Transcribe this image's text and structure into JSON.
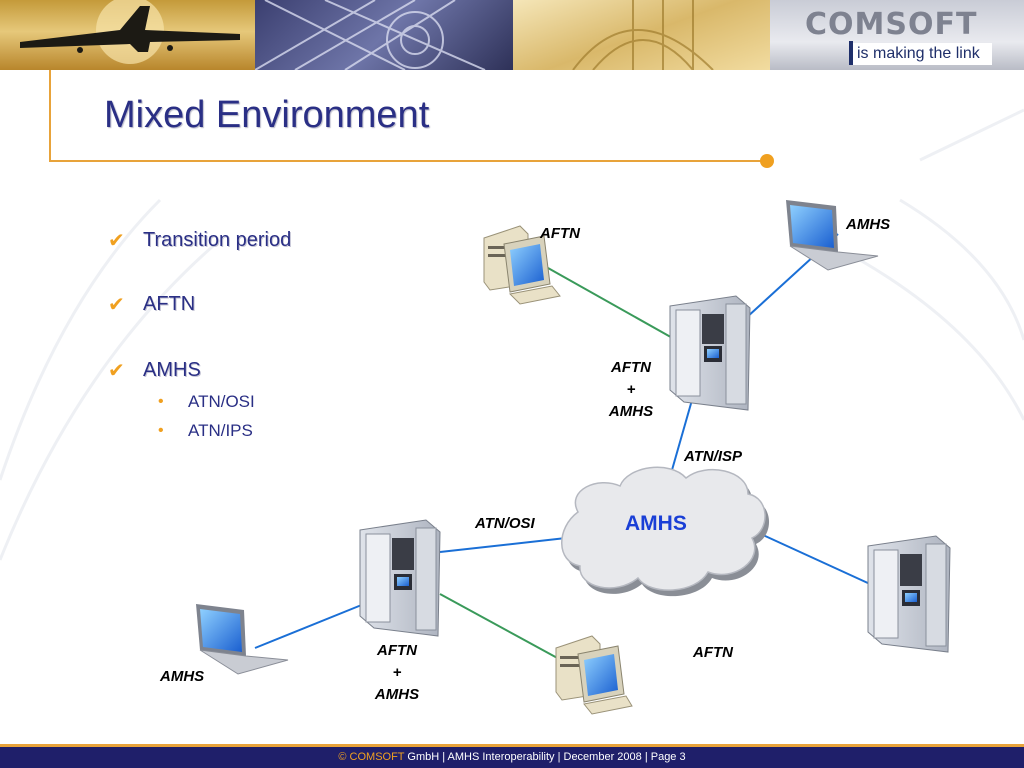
{
  "brand": {
    "name": "COMSOFT",
    "tagline": "is making the link"
  },
  "slide": {
    "title": "Mixed Environment"
  },
  "bullets": [
    {
      "label": "Transition period"
    },
    {
      "label": "AFTN"
    },
    {
      "label": "AMHS"
    }
  ],
  "sub_bullets": [
    {
      "label": "ATN/OSI"
    },
    {
      "label": "ATN/IPS"
    }
  ],
  "diagram": {
    "aftn_top_label": "AFTN",
    "amhs_top_label": "AMHS",
    "top_gateway": {
      "line1": "AFTN",
      "line2": "+",
      "line3": "AMHS"
    },
    "atn_isp_label": "ATN/ISP",
    "atn_osi_label": "ATN/OSI",
    "cloud_label": "AMHS",
    "bottom_gateway": {
      "line1": "AFTN",
      "line2": "+",
      "line3": "AMHS"
    },
    "amhs_left_label": "AMHS",
    "aftn_right_label": "AFTN"
  },
  "footer": {
    "copyright": "© COMSOFT",
    "text": " GmbH | AMHS Interoperability | December 2008 | Page 3"
  },
  "colors": {
    "accent": "#f0a020",
    "title": "#2a2f85",
    "footer_bg": "#1f1f6a",
    "link_blue": "#1a6fd6",
    "link_green": "#3a9a5a"
  }
}
